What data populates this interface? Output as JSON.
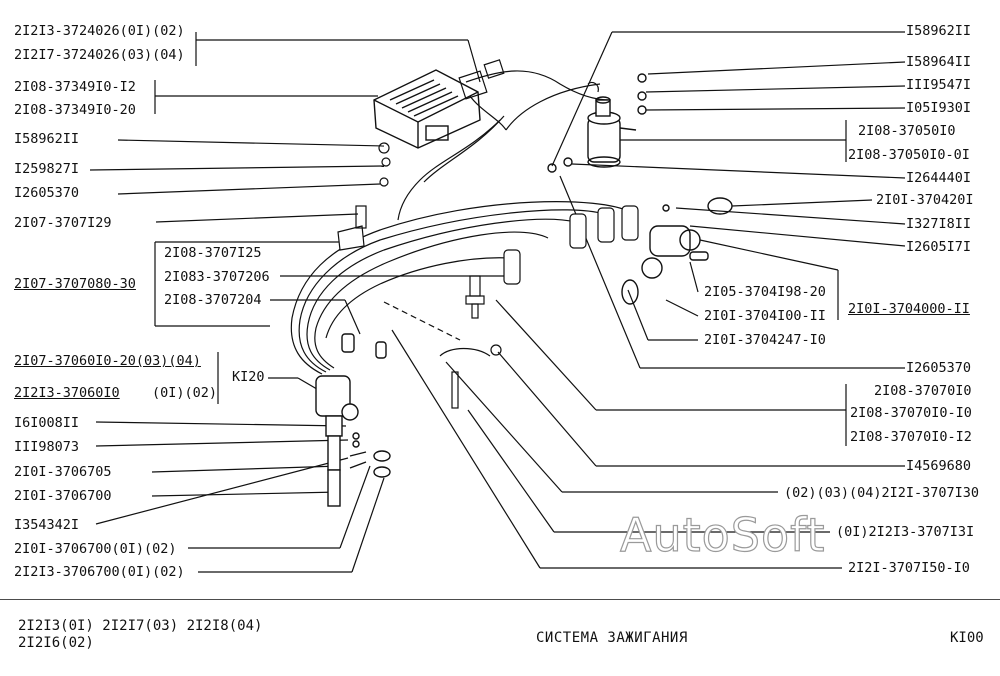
{
  "left_labels": [
    "2I2I3-3724026(0I)(02)",
    "2I2I7-3724026(03)(04)",
    "2I08-37349I0-I2",
    "2I08-37349I0-20",
    "I58962II",
    "I259827I",
    "I2605370",
    "2I07-3707I29",
    "2I08-3707I25",
    "2I083-3707206",
    "2I07-3707080-30",
    "2I08-3707204",
    "2I07-37060I0-20(03)(04)",
    "2I2I3-37060I0",
    "(0I)(02)",
    "KI20",
    "I6I008II",
    "III98073",
    "2I0I-3706705",
    "2I0I-3706700",
    "I354342I",
    "2I0I-3706700(0I)(02)",
    "2I2I3-3706700(0I)(02)"
  ],
  "right_labels": [
    "I58962II",
    "I58964II",
    "III9547I",
    "I05I930I",
    "2I08-37050I0",
    "2I08-37050I0-0I",
    "I264440I",
    "2I0I-370420I",
    "I327I8II",
    "I2605I7I",
    "2I05-3704I98-20",
    "2I0I-3704000-II",
    "2I0I-3704I00-II",
    "2I0I-3704247-I0",
    "I2605370",
    "2I08-37070I0",
    "2I08-37070I0-I0",
    "2I08-37070I0-I2",
    "I4569680",
    "(02)(03)(04)2I2I-3707I30",
    "(0I)2I2I3-3707I3I",
    "2I2I-3707I50-I0"
  ],
  "watermark": "AutoSoft",
  "footer": {
    "models_line1": "2I2I3(0I)   2I2I7(03)   2I2I8(04)",
    "models_line2": "2I2I6(02)",
    "title": "СИСТЕМА  ЗАЖИГАНИЯ",
    "code": "KI00"
  }
}
